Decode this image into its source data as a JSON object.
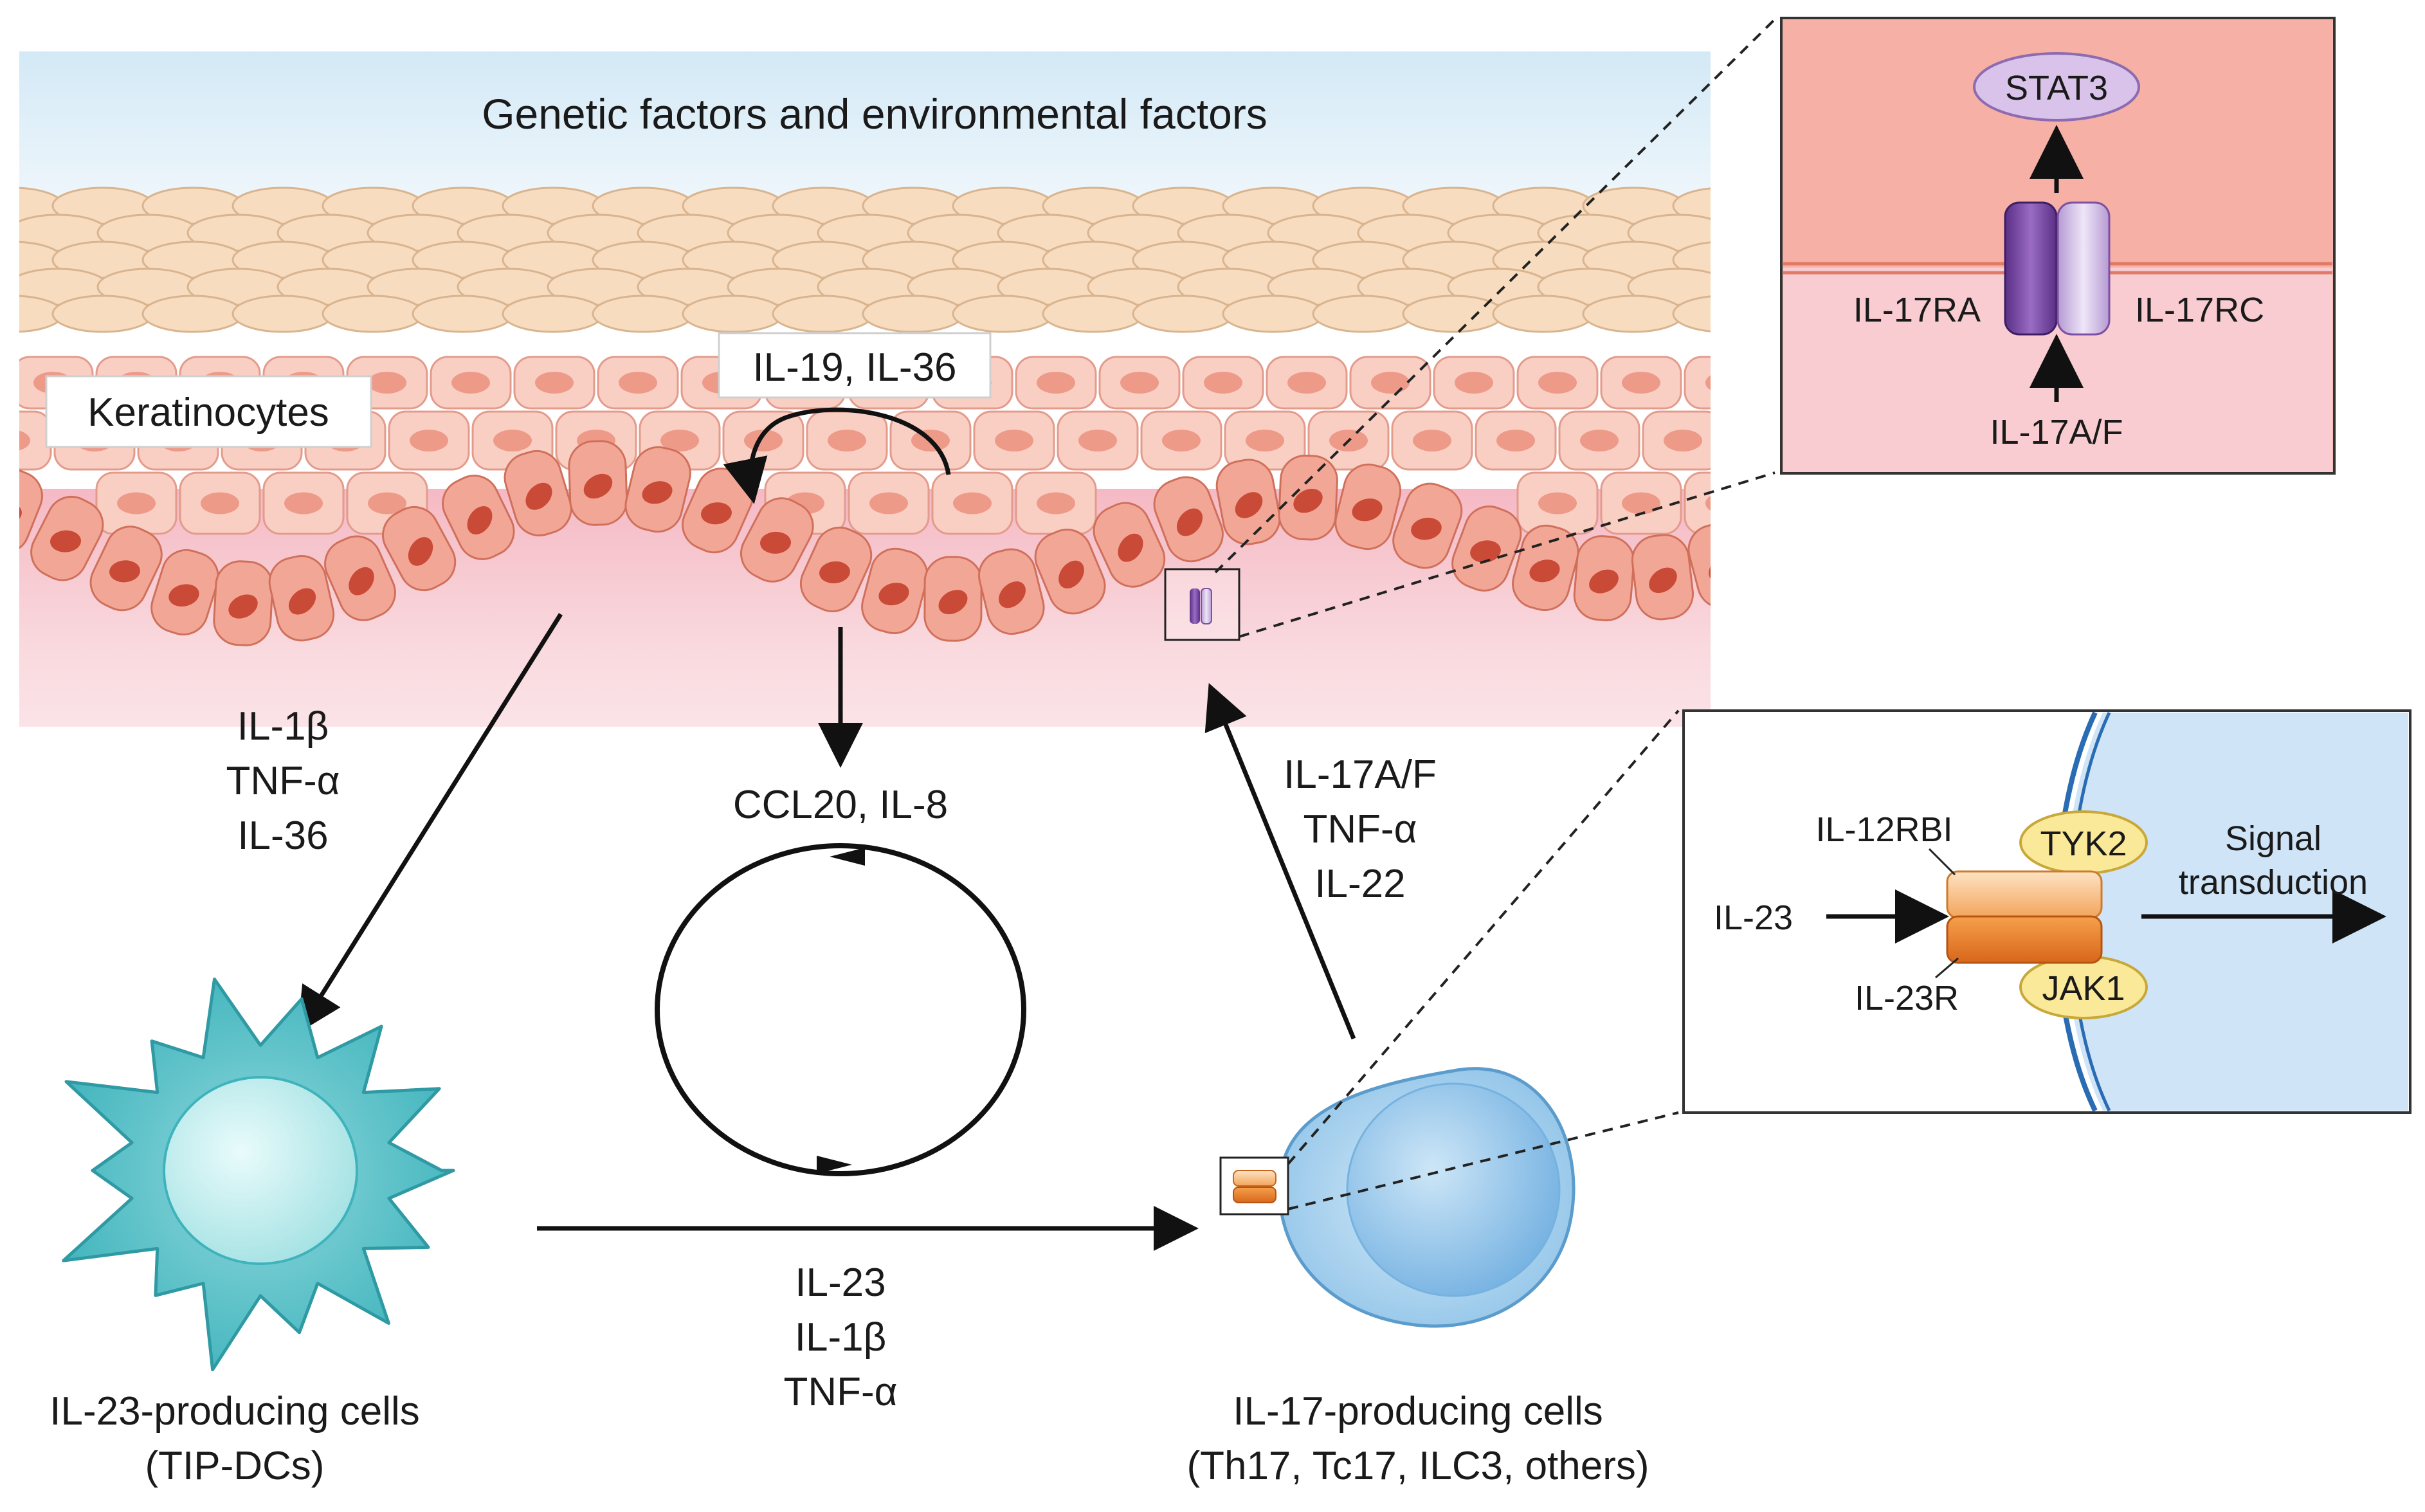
{
  "title": "Genetic factors and environmental factors",
  "keratinocytes_label": "Keratinocytes",
  "loop_label": "IL-19, IL-36",
  "chemokines_label": "CCL20, IL-8",
  "left_arrow_cytokines": [
    "IL-1β",
    "TNF-α",
    "IL-36"
  ],
  "right_arrow_cytokines": [
    "IL-17A/F",
    "TNF-α",
    "IL-22"
  ],
  "bottom_arrow_cytokines": [
    "IL-23",
    "IL-1β",
    "TNF-α"
  ],
  "dc_cell": {
    "label_line1": "IL-23-producing cells",
    "label_line2": "(TIP-DCs)"
  },
  "t_cell": {
    "label_line1": "IL-17-producing cells",
    "label_line2": "(Th17, Tc17, ILC3, others)"
  },
  "inset_il17": {
    "top_protein": "STAT3",
    "receptor_left": "IL-17RA",
    "receptor_right": "IL-17RC",
    "ligand": "IL-17A/F"
  },
  "inset_il23": {
    "ligand": "IL-23",
    "receptor_top": "IL-12RBI",
    "receptor_bottom": "IL-23R",
    "kinase_top": "TYK2",
    "kinase_bottom": "JAK1",
    "signal_line1": "Signal",
    "signal_line2": "transduction"
  },
  "colors": {
    "sky": "#d6ebf7",
    "stratum_corneum": "#f7dcbf",
    "skin_cell": "#f9cfc4",
    "basal_cell": "#f2a796",
    "nucleus": "#e3705a",
    "dermis": "#f7cfd6",
    "dc_cell": "#6fc9cf",
    "t_cell": "#9fcdec",
    "stat3": "#d9c3ea",
    "receptor_purple": "#7d4fa5",
    "receptor_orange": "#ee8c2e",
    "kinase_yellow": "#fbe99a"
  }
}
